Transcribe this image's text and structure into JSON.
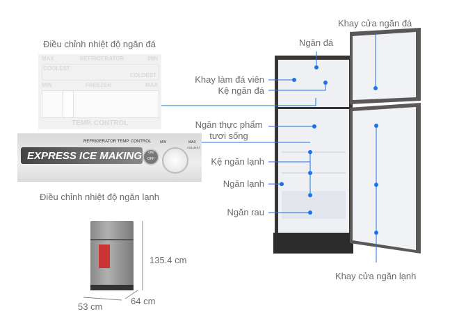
{
  "labels": {
    "freezer_control": "Điều chỉnh nhiệt độ ngăn đá",
    "fridge_control": "Điều chỉnh nhiệt độ ngăn lạnh",
    "freezer_door_tray": "Khay cửa ngăn đá",
    "freezer": "Ngăn đá",
    "ice_tray": "Khay làm đá viên",
    "freezer_shelf": "Kệ ngăn đá",
    "fresh_food_1": "Ngăn thực phẩm",
    "fresh_food_2": "tươi sống",
    "fridge_shelf": "Kệ ngăn lạnh",
    "fridge": "Ngăn lạnh",
    "vegetable": "Ngăn rau",
    "fridge_door_tray": "Khay cửa ngăn lạnh"
  },
  "freezer_panel": {
    "max": "MAX",
    "refrigerator": "REFRIGERATOR",
    "min": "MIN",
    "coolest": "COOLEST",
    "coldest": "COLDEST",
    "min2": "MIN",
    "freezer": "FREEZER",
    "max2": "MAX",
    "temp_control": "TEMP. CONTROL"
  },
  "fridge_panel": {
    "title": "REFRIGERATOR TEMP. CONTROL",
    "express": "EXPRESS ICE MAKING",
    "on": "ON",
    "off": "OFF",
    "min": "MIN",
    "max": "MAX",
    "coldest": "COLDEST"
  },
  "dimensions": {
    "height": "135.4 cm",
    "width": "53 cm",
    "depth": "64 cm"
  },
  "colors": {
    "accent": "#1a73e8",
    "body": "#3a3a3a"
  }
}
